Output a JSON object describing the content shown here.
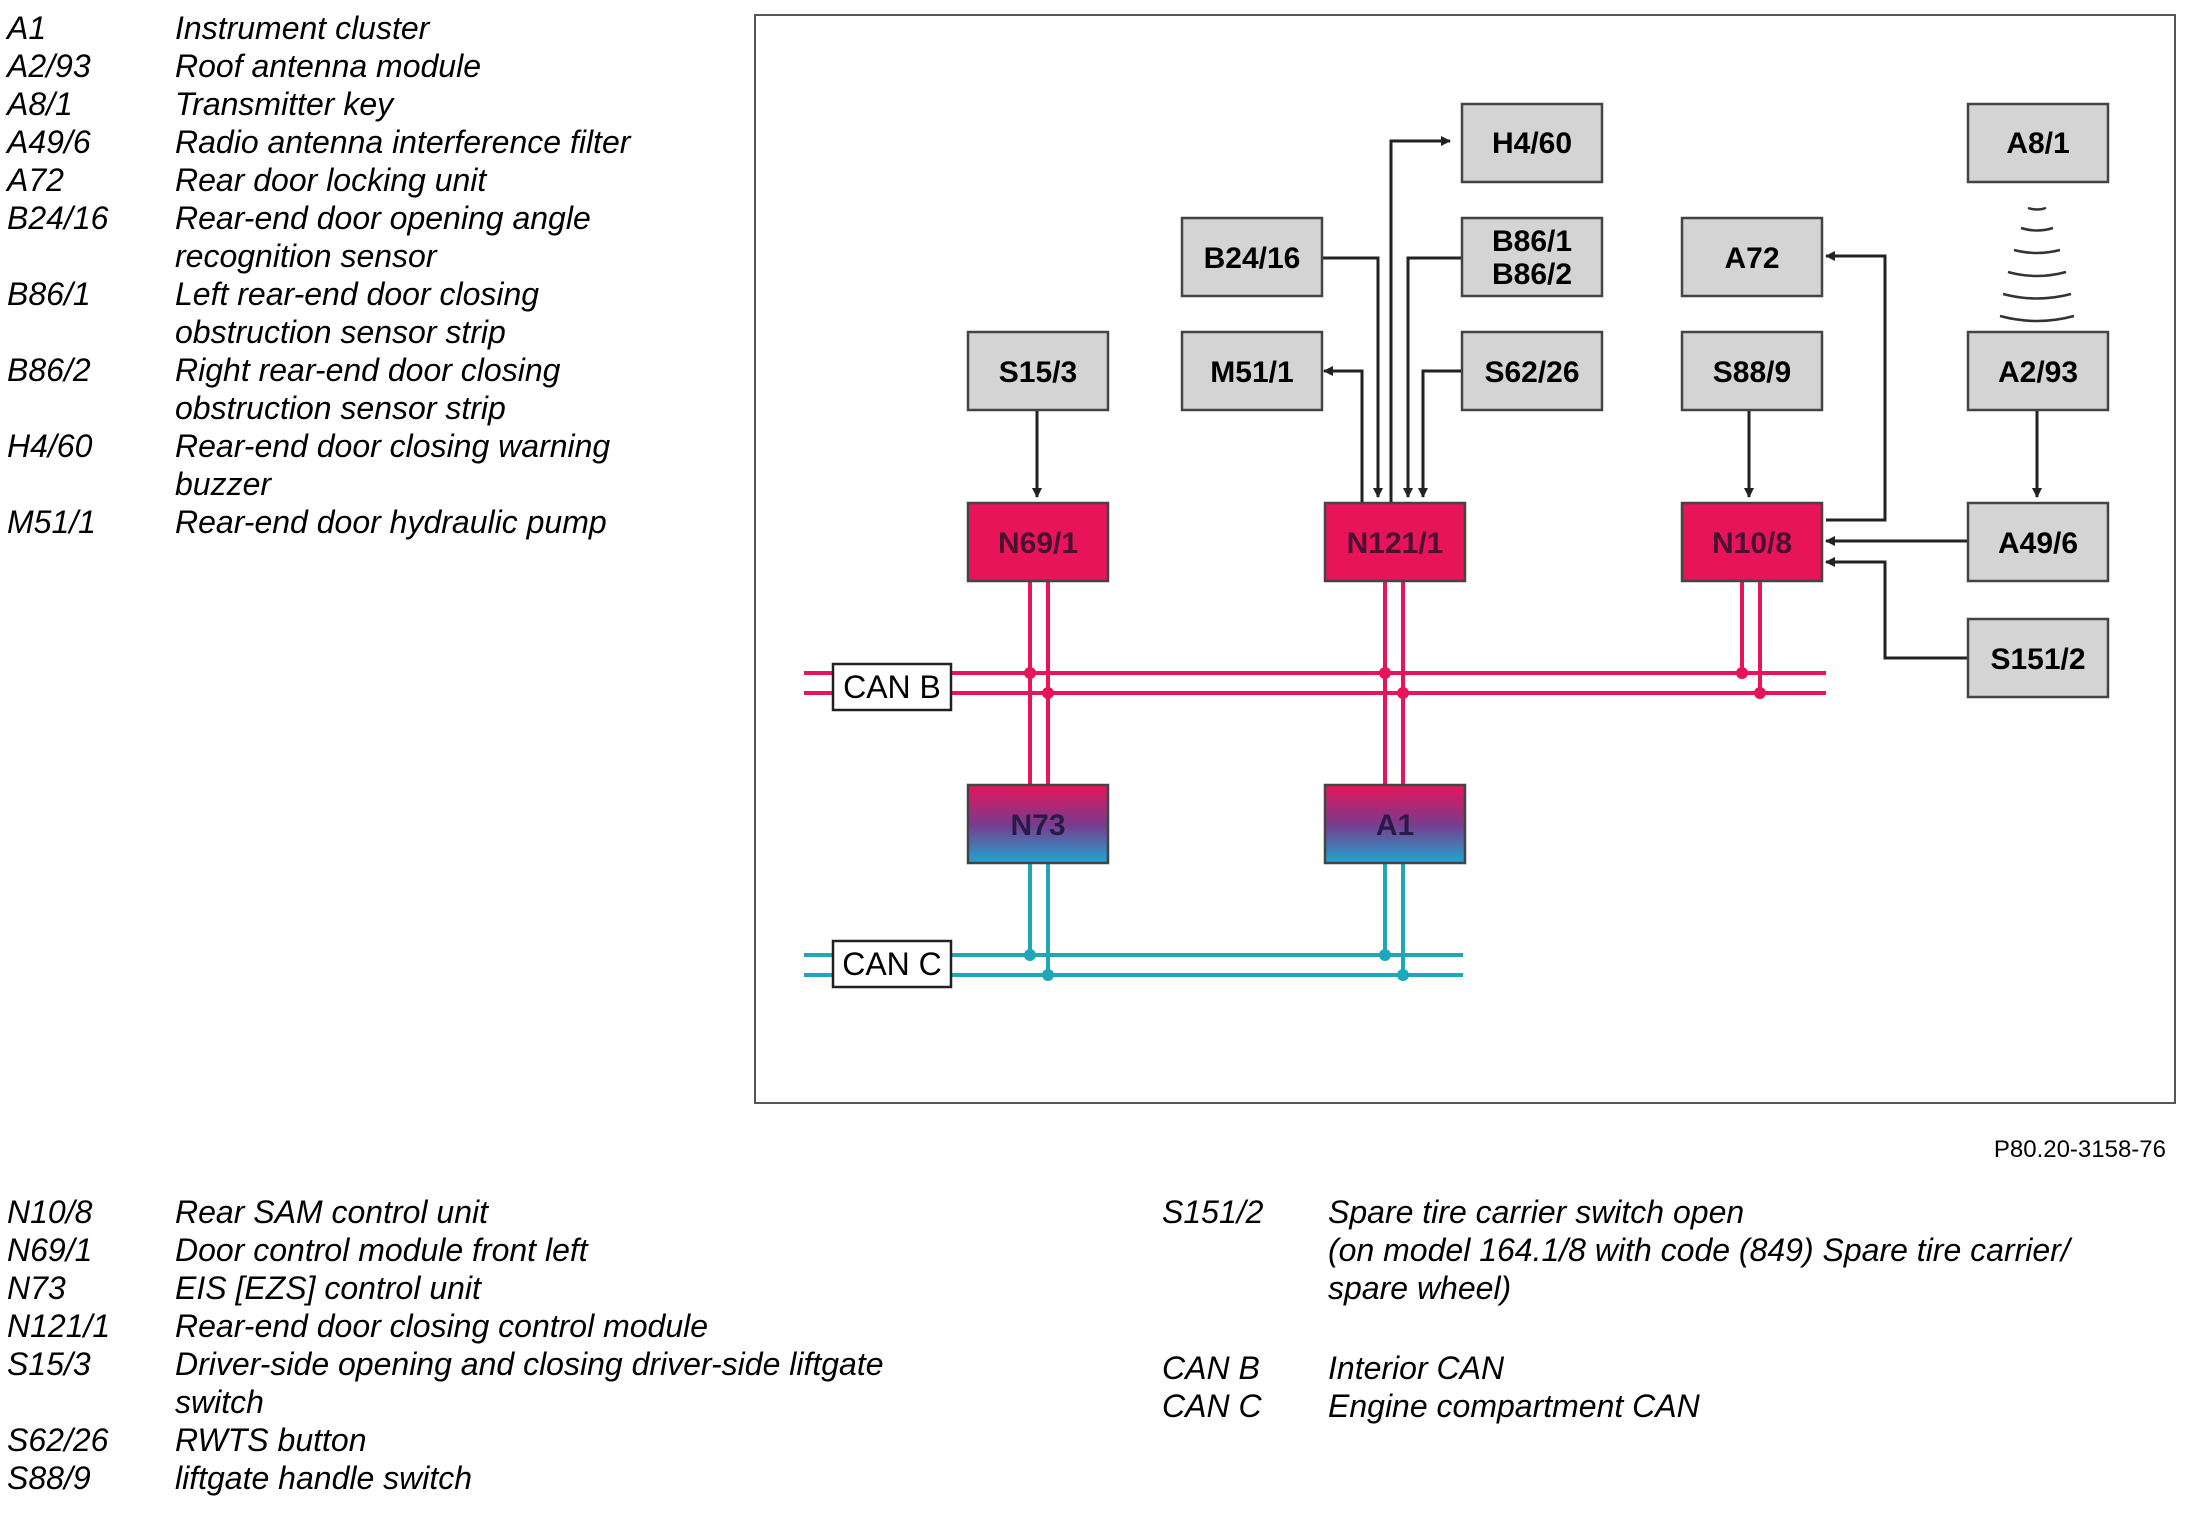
{
  "legend_top": [
    {
      "code": "A1",
      "desc": "Instrument cluster"
    },
    {
      "code": "A2/93",
      "desc": "Roof antenna module"
    },
    {
      "code": "A8/1",
      "desc": "Transmitter key"
    },
    {
      "code": "A49/6",
      "desc": "Radio antenna interference filter"
    },
    {
      "code": "A72",
      "desc": "Rear door locking unit"
    },
    {
      "code": "B24/16",
      "desc": "Rear-end door opening angle\nrecognition sensor"
    },
    {
      "code": "B86/1",
      "desc": "Left rear-end door closing\nobstruction sensor strip"
    },
    {
      "code": "B86/2",
      "desc": "Right rear-end door closing\nobstruction sensor strip"
    },
    {
      "code": "H4/60",
      "desc": "Rear-end door closing warning\nbuzzer"
    },
    {
      "code": "M51/1",
      "desc": "Rear-end door hydraulic pump"
    }
  ],
  "legend_bottom_left": [
    {
      "code": "N10/8",
      "desc": "Rear SAM control unit"
    },
    {
      "code": "N69/1",
      "desc": "Door control module front left"
    },
    {
      "code": "N73",
      "desc": "EIS [EZS] control unit"
    },
    {
      "code": "N121/1",
      "desc": "Rear-end door closing control module"
    },
    {
      "code": "S15/3",
      "desc": "Driver-side opening and closing driver-side liftgate\nswitch"
    },
    {
      "code": "S62/26",
      "desc": "RWTS button"
    },
    {
      "code": "S88/9",
      "desc": "liftgate handle switch"
    }
  ],
  "legend_bottom_right": [
    {
      "code": "S151/2",
      "desc": "Spare tire carrier switch open\n(on model 164.1/8 with code (849) Spare tire carrier/\nspare wheel)"
    },
    {
      "code": "CAN B",
      "desc": "Interior CAN"
    },
    {
      "code": "CAN C",
      "desc": "Engine compartment CAN"
    }
  ],
  "diagram": {
    "figure_id": "P80.20-3158-76",
    "colors": {
      "component_fill": "#d4d4d4",
      "control_unit_fill": "#e8145a",
      "can_b": "#e8145a",
      "can_c": "#1fa6b8",
      "frame": "#555555"
    },
    "boxes": {
      "H4_60": "H4/60",
      "A8_1": "A8/1",
      "B24_16": "B24/16",
      "B86": [
        "B86/1",
        "B86/2"
      ],
      "A72": "A72",
      "S15_3": "S15/3",
      "M51_1": "M51/1",
      "S62_26": "S62/26",
      "S88_9": "S88/9",
      "A2_93": "A2/93",
      "N69_1": "N69/1",
      "N121_1": "N121/1",
      "N10_8": "N10/8",
      "A49_6": "A49/6",
      "S151_2": "S151/2",
      "N73": "N73",
      "A1": "A1"
    },
    "buses": {
      "can_b": "CAN B",
      "can_c": "CAN C"
    }
  }
}
